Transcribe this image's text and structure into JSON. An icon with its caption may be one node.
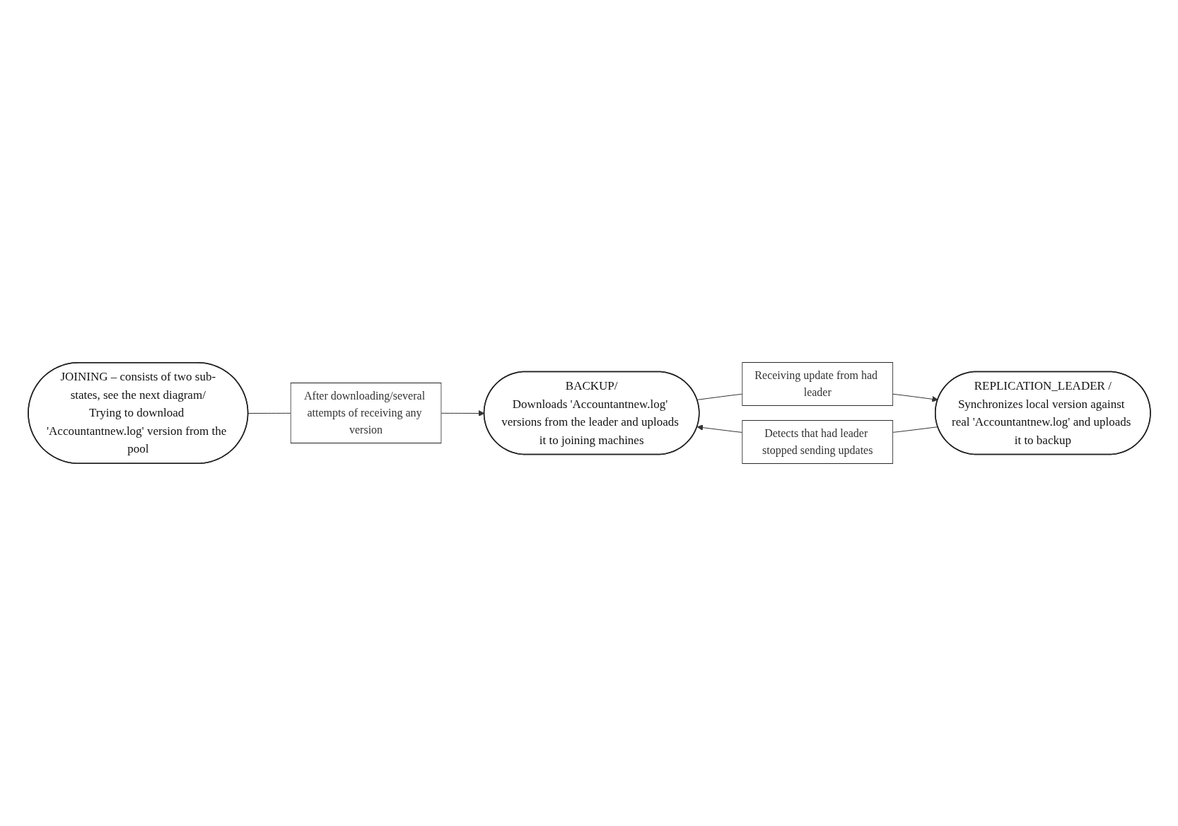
{
  "diagram": {
    "nodes": [
      {
        "text": [
          "JOINING – consists of two sub-states, see the next diagram/",
          "Trying to download 'Accountantnew.log' version from the pool"
        ]
      },
      {
        "text": [
          "BACKUP/",
          "Downloads 'Accountantnew.log' versions from the leader and uploads it to joining machines"
        ]
      },
      {
        "text": [
          "REPLICATION_LEADER /",
          "Synchronizes local version against real 'Accountantnew.log' and uploads it to backup"
        ]
      }
    ],
    "edges": [
      {
        "from": 0,
        "to": 1,
        "arrow": "to",
        "label": "After downloading/several attempts of receiving any version"
      },
      {
        "from": 1,
        "to": 2,
        "arrow": "to",
        "label": "Receiving update from had leader"
      },
      {
        "from": 2,
        "to": 1,
        "arrow": "to",
        "label": "Detects that had leader stopped sending updates"
      }
    ]
  }
}
